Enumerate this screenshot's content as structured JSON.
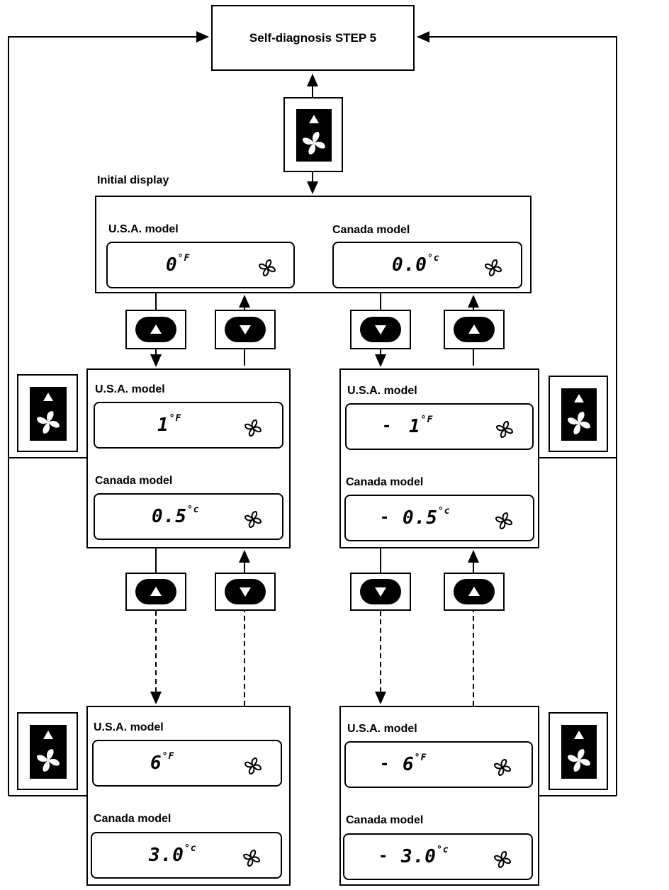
{
  "title": "Self-diagnosis STEP 5",
  "initial_label": "Initial display",
  "usa_label": "U.S.A. model",
  "canada_label": "Canada model",
  "displays": {
    "initial_usa": {
      "sign": "",
      "value": "0",
      "unit": "°F"
    },
    "initial_canada": {
      "sign": "",
      "value": "0.0",
      "unit": "°c"
    },
    "left1_usa": {
      "sign": "",
      "value": "1",
      "unit": "°F"
    },
    "left1_canada": {
      "sign": "",
      "value": "0.5",
      "unit": "°c"
    },
    "right1_usa": {
      "sign": "-",
      "value": "1",
      "unit": "°F"
    },
    "right1_canada": {
      "sign": "-",
      "value": "0.5",
      "unit": "°c"
    },
    "left2_usa": {
      "sign": "",
      "value": "6",
      "unit": "°F"
    },
    "left2_canada": {
      "sign": "",
      "value": "3.0",
      "unit": "°c"
    },
    "right2_usa": {
      "sign": "-",
      "value": "6",
      "unit": "°F"
    },
    "right2_canada": {
      "sign": "-",
      "value": "3.0",
      "unit": "°c"
    }
  },
  "icons": {
    "fan": "fan-icon",
    "up": "up-arrow-icon",
    "down": "down-arrow-icon"
  }
}
